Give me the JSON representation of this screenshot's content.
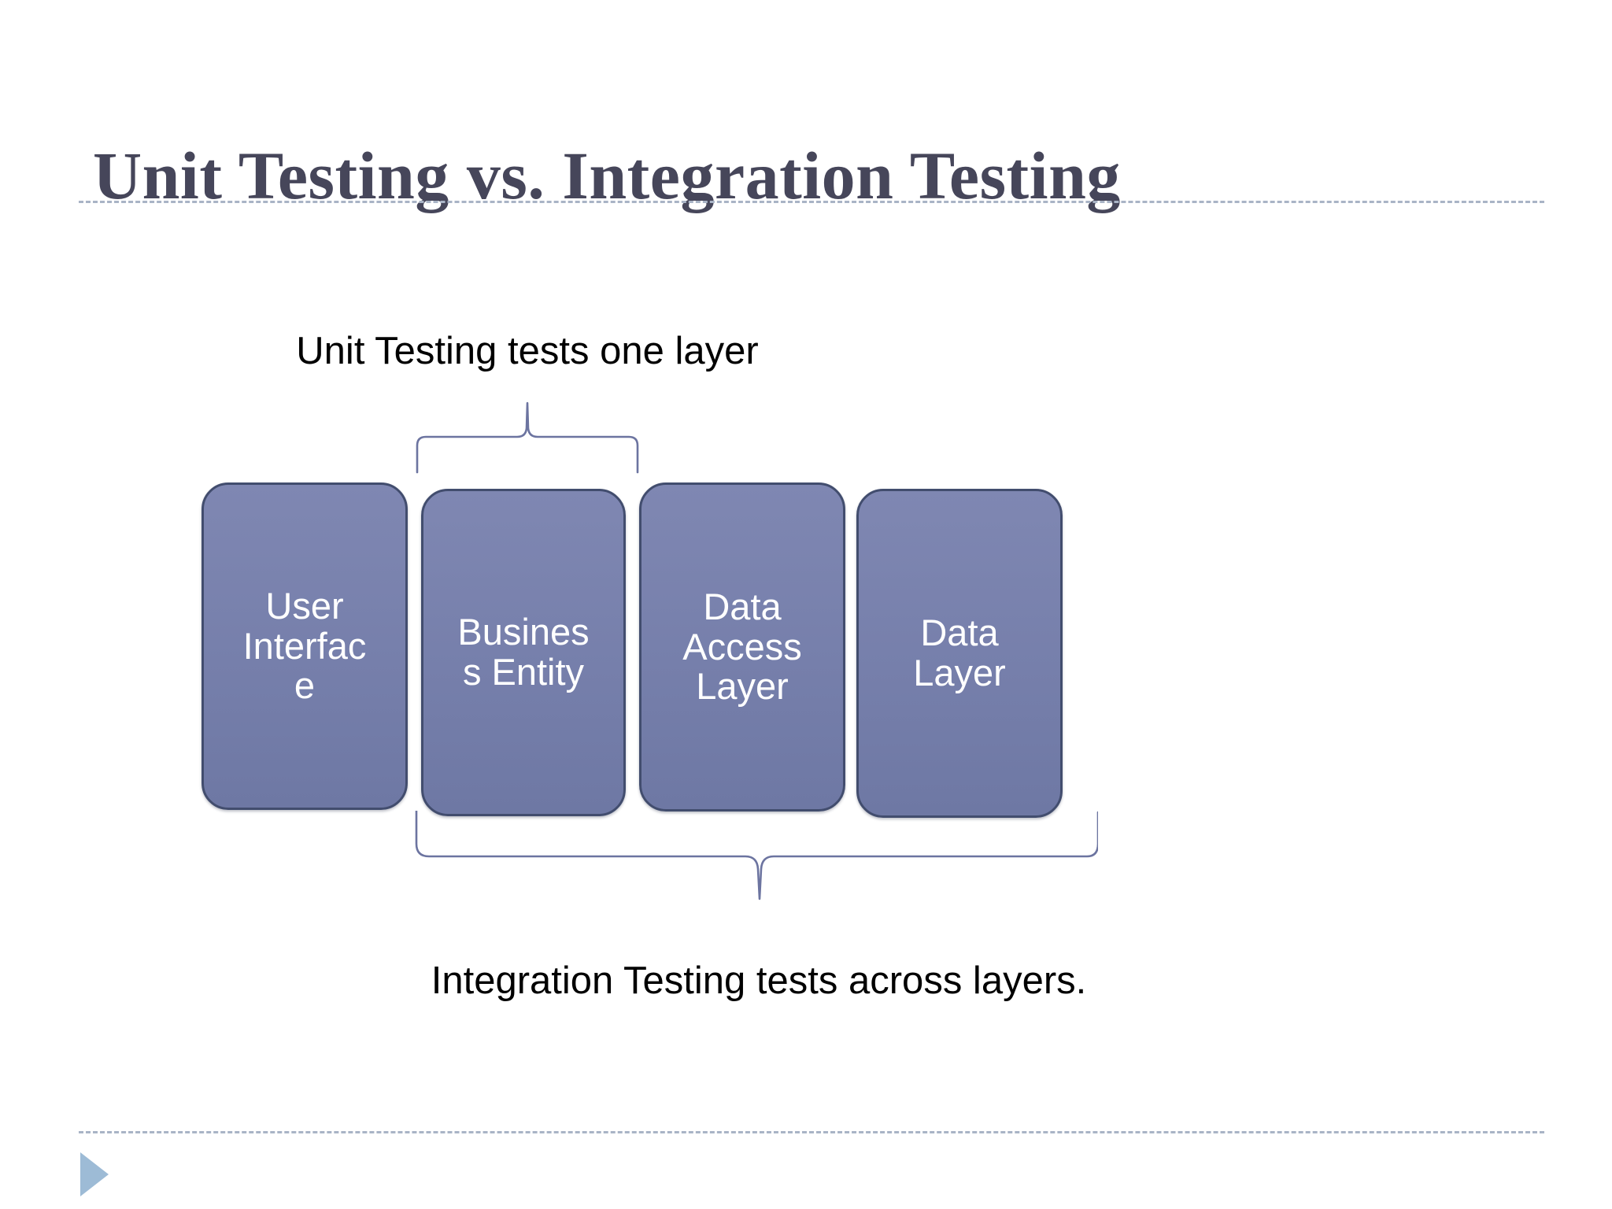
{
  "slide": {
    "title": "Unit Testing vs. Integration Testing",
    "background_color": "#FFFFFF",
    "title_color": "#46465A",
    "rule_color": "#A9B4C6",
    "accent_color": "#9DBBD6"
  },
  "diagram": {
    "box_fill_color": "#767FAB",
    "box_border_color": "#424D6E",
    "box_text_color": "#FFFFFF",
    "brace_color": "#6C74A0",
    "captions": {
      "top": "Unit Testing tests one layer",
      "bottom": "Integration Testing tests across layers."
    },
    "layers": [
      {
        "id": "user-interface",
        "label": "User\nInterfac\ne"
      },
      {
        "id": "business-entity",
        "label": "Busines\ns Entity"
      },
      {
        "id": "data-access-layer",
        "label": "Data\nAccess\nLayer"
      },
      {
        "id": "data-layer",
        "label": "Data\nLayer"
      }
    ],
    "braces": [
      {
        "id": "unit-testing-brace",
        "spans": [
          "business-entity"
        ]
      },
      {
        "id": "integration-testing-brace",
        "spans": [
          "business-entity",
          "data-access-layer",
          "data-layer"
        ]
      }
    ]
  },
  "icons": {
    "play_marker": "play-triangle-icon"
  }
}
